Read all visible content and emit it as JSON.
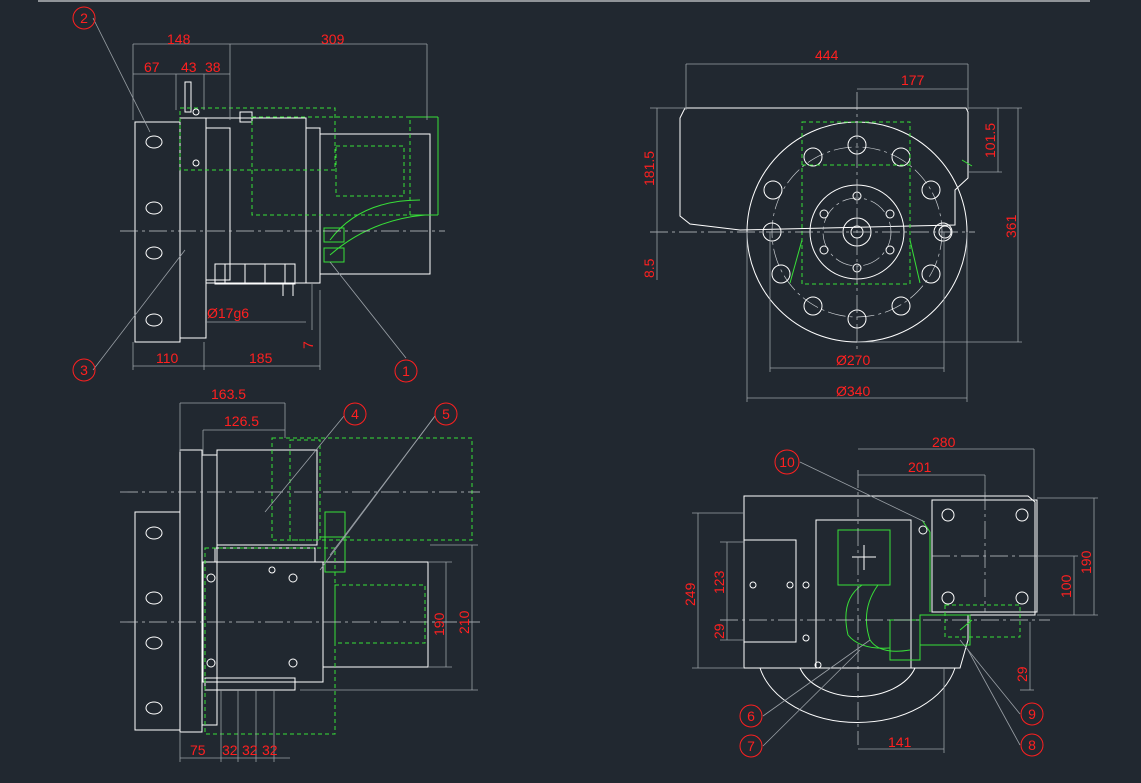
{
  "colors": {
    "background": "#212830",
    "geometry": "#ffffff",
    "hidden_lines": "#38e038",
    "dimension_text": "#ff2020",
    "dimension_lines": "#9aa0a6"
  },
  "views": {
    "side_top": {
      "dims": [
        "148",
        "309",
        "67",
        "43",
        "38",
        "110",
        "185",
        "Ø17g6",
        "7"
      ]
    },
    "front_top": {
      "dims": [
        "444",
        "177",
        "181.5",
        "101.5",
        "361",
        "8.5",
        "Ø270",
        "Ø340"
      ]
    },
    "side_bottom": {
      "dims": [
        "163.5",
        "126.5",
        "190",
        "210",
        "75",
        "32",
        "32",
        "32"
      ]
    },
    "front_bottom": {
      "dims": [
        "280",
        "201",
        "190",
        "249",
        "123",
        "29",
        "100",
        "29",
        "141"
      ]
    }
  },
  "balloons": [
    "1",
    "2",
    "3",
    "4",
    "5",
    "6",
    "7",
    "8",
    "9",
    "10"
  ]
}
